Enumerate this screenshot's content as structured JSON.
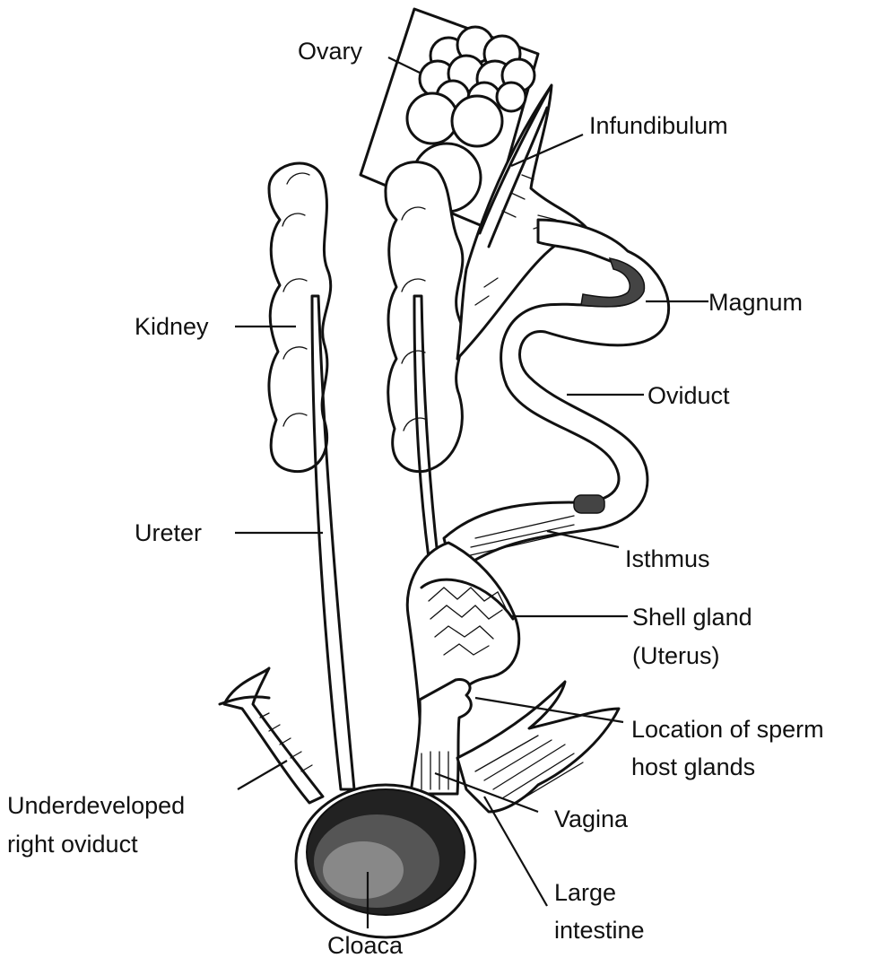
{
  "labels": {
    "ovary": "Ovary",
    "infundibulum": "Infundibulum",
    "kidney": "Kidney",
    "magnum": "Magnum",
    "oviduct": "Oviduct",
    "ureter": "Ureter",
    "isthmus": "Isthmus",
    "shell_gland_1": "Shell gland",
    "shell_gland_2": "(Uterus)",
    "sperm_host_1": "Location of sperm",
    "sperm_host_2": "host glands",
    "underdeveloped_1": "Underdeveloped",
    "underdeveloped_2": "right oviduct",
    "vagina": "Vagina",
    "large_intestine_1": "Large",
    "large_intestine_2": "intestine",
    "cloaca": "Cloaca"
  }
}
